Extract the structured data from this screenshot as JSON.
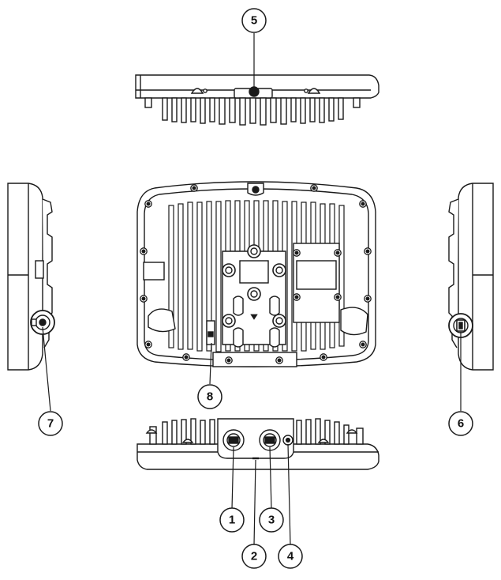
{
  "figure": {
    "views": [
      "top-view",
      "left-side-view",
      "rear-view",
      "right-side-view",
      "bottom-view"
    ],
    "stroke_color": "#1a1a1a",
    "fill_color": "#ffffff",
    "shade_color": "#d9d9d9"
  },
  "callouts": [
    {
      "id": "c1",
      "label": "1"
    },
    {
      "id": "c2",
      "label": "2"
    },
    {
      "id": "c3",
      "label": "3"
    },
    {
      "id": "c4",
      "label": "4"
    },
    {
      "id": "c5",
      "label": "5"
    },
    {
      "id": "c6",
      "label": "6"
    },
    {
      "id": "c7",
      "label": "7"
    },
    {
      "id": "c8",
      "label": "8"
    }
  ]
}
